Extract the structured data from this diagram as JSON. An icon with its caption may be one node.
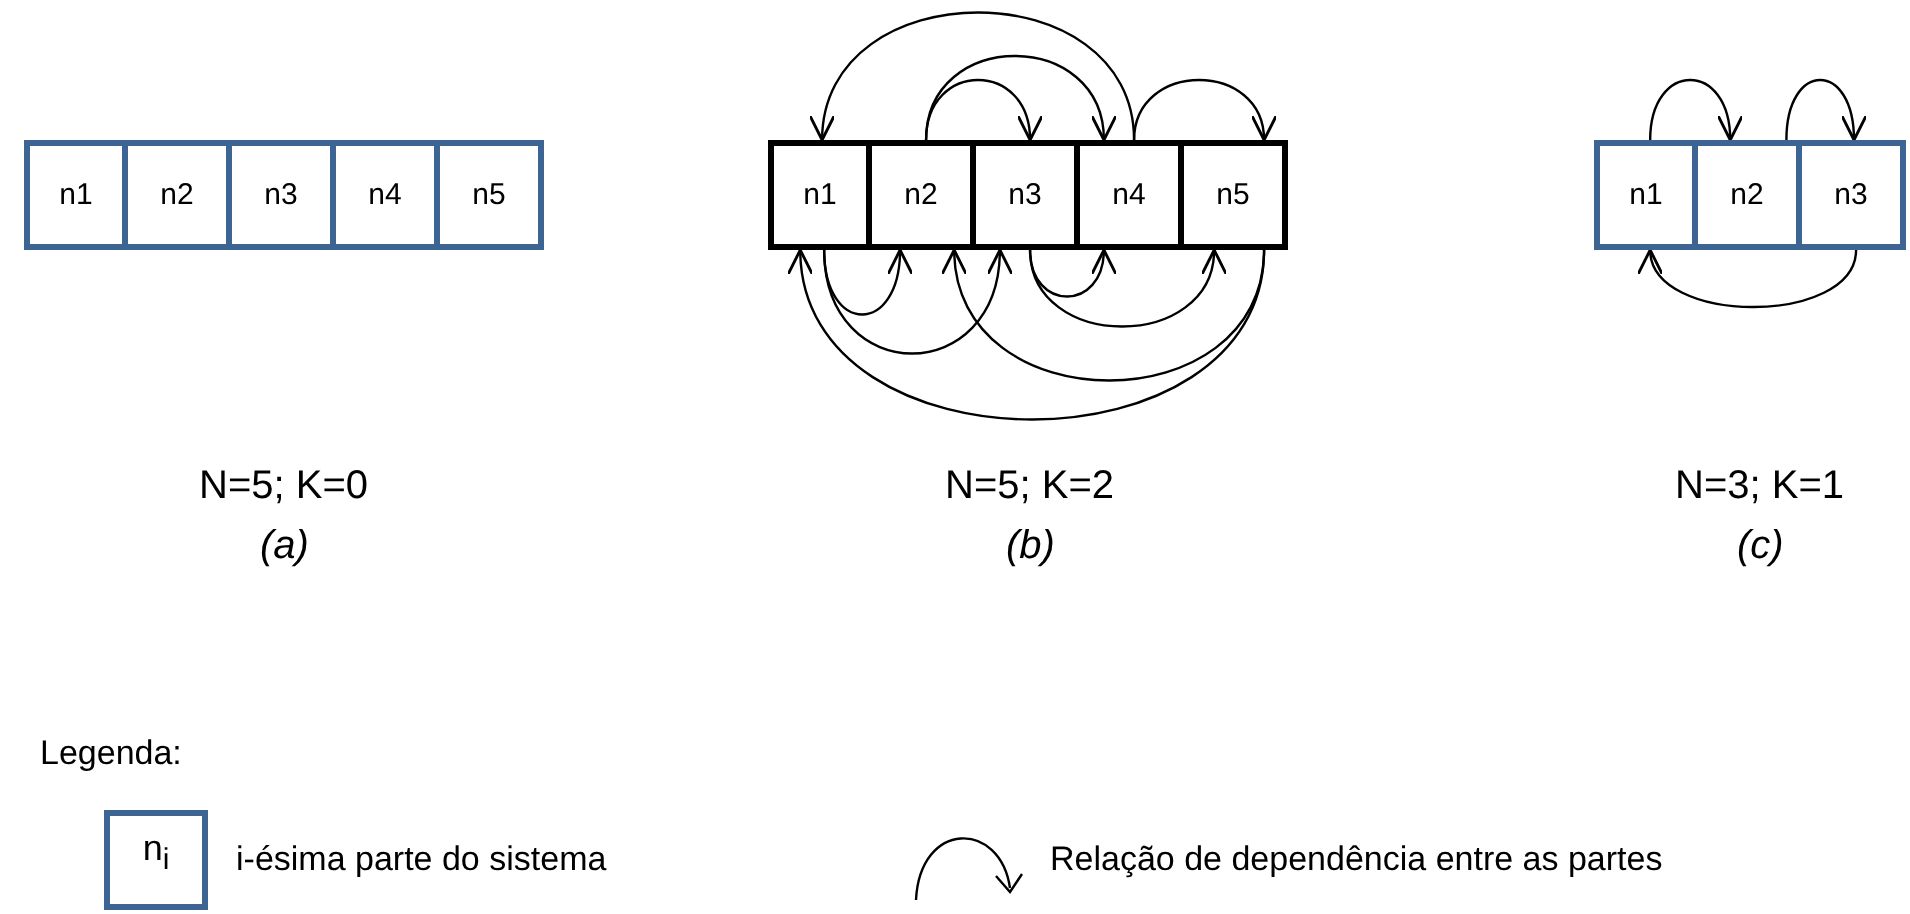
{
  "diagram": {
    "nodes": [
      {
        "text": [
          "n1"
        ]
      },
      {
        "text": [
          "n2"
        ]
      },
      {
        "text": [
          "n3"
        ]
      },
      {
        "text": [
          "n4"
        ]
      },
      {
        "text": [
          "n5"
        ]
      },
      {
        "text": [
          "n1"
        ]
      },
      {
        "text": [
          "n2"
        ]
      },
      {
        "text": [
          "n3"
        ]
      },
      {
        "text": [
          "n4"
        ]
      },
      {
        "text": [
          "n5"
        ]
      },
      {
        "text": [
          "n1"
        ]
      },
      {
        "text": [
          "n2"
        ]
      },
      {
        "text": [
          "n3"
        ]
      },
      {
        "text": [
          "n$_{i}$"
        ]
      }
    ],
    "edges": [
      {
        "from": 8,
        "to": 5,
        "arrow": "to"
      },
      {
        "from": 6,
        "to": 8,
        "arrow": "to"
      },
      {
        "from": 6,
        "to": 7,
        "arrow": "to"
      },
      {
        "from": 8,
        "to": 9,
        "arrow": "to"
      },
      {
        "from": 5,
        "to": 6,
        "arrow": "to"
      },
      {
        "from": 5,
        "to": 7,
        "arrow": "to"
      },
      {
        "from": 7,
        "to": 8,
        "arrow": "to"
      },
      {
        "from": 7,
        "to": 9,
        "arrow": "to"
      },
      {
        "from": 9,
        "to": 6,
        "arrow": "to"
      },
      {
        "from": 9,
        "to": 5,
        "arrow": "to"
      },
      {
        "from": 10,
        "to": 11,
        "arrow": "to"
      },
      {
        "from": 11,
        "to": 12,
        "arrow": "to"
      },
      {
        "from": 12,
        "to": 10,
        "arrow": "to"
      }
    ],
    "labels": [
      "N=5; K=0",
      "N=5; K=2",
      "N=3; K=1",
      "(a)",
      "(b)",
      "(c)",
      "Legenda:"
    ],
    "legend": [
      {
        "text": "i-ésima parte do sistema"
      },
      {
        "text": "Relação de dependência entre as partes"
      }
    ]
  }
}
